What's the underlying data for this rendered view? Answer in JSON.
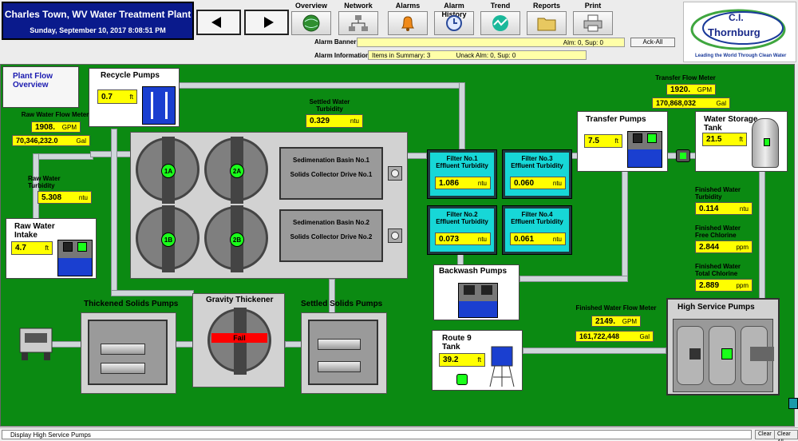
{
  "header": {
    "plant_title": "Charles Town, WV  Water Treatment Plant",
    "datetime": "Sunday, September 10, 2017 8:08:51 PM",
    "tools": [
      "Overview",
      "Network",
      "Alarms",
      "Alarm History",
      "Trend",
      "Reports",
      "Print"
    ],
    "alarm_banner_label": "Alarm Banner",
    "alarm_banner_value": "Alm: 0, Sup:  0",
    "ack_all": "Ack-All",
    "alarm_info_label": "Alarm Information",
    "alarm_info_summary": "Items in Summary:  3",
    "alarm_info_unack": "Unack Alm:  0, Sup:    0",
    "logo_line1": "C.I.",
    "logo_line2": "Thornburg",
    "logo_tagline": "Leading the World Through Clean Water"
  },
  "plant": {
    "overview_button": "Plant Flow Overview",
    "recycle_pumps": {
      "title": "Recycle Pumps",
      "value": "0.7",
      "unit": "ft"
    },
    "raw_flow": {
      "label": "Raw Water Flow Meter",
      "rate": "1908.",
      "rate_unit": "GPM",
      "total": "70,346,232.0",
      "total_unit": "Gal"
    },
    "raw_turbidity": {
      "label": "Raw Water Turbidity",
      "value": "5.308",
      "unit": "ntu"
    },
    "raw_intake": {
      "title": "Raw Water Intake",
      "value": "4.7",
      "unit": "ft"
    },
    "settled_turbidity": {
      "label": "Settled Water Turbidity",
      "value": "0.329",
      "unit": "ntu"
    },
    "clarifiers": [
      "1A",
      "2A",
      "1B",
      "2B"
    ],
    "sed1": {
      "line1": "Sedimenation Basin No.1",
      "line2": "Solids Collector Drive No.1"
    },
    "sed2": {
      "line1": "Sedimenation Basin No.2",
      "line2": "Solids Collector Drive No.2"
    },
    "filters": [
      {
        "name": "Filter No.1",
        "sub": "Effluent Turbidity",
        "value": "1.086",
        "unit": "ntu"
      },
      {
        "name": "Filter No.3",
        "sub": "Effluent Turbidity",
        "value": "0.060",
        "unit": "ntu"
      },
      {
        "name": "Filter No.2",
        "sub": "Effluent Turbidity",
        "value": "0.073",
        "unit": "ntu"
      },
      {
        "name": "Filter No.4",
        "sub": "Effluent Turbidity",
        "value": "0.061",
        "unit": "ntu"
      }
    ],
    "transfer_flow": {
      "label": "Transfer Flow Meter",
      "rate": "1920.",
      "rate_unit": "GPM",
      "total": "170,868,032",
      "total_unit": "Gal"
    },
    "transfer_pumps": {
      "title": "Transfer Pumps",
      "value": "7.5",
      "unit": "ft"
    },
    "storage_tank": {
      "title": "Water Storage Tank",
      "value": "21.5",
      "unit": "ft"
    },
    "finished_turbidity": {
      "label": "Finished Water Turbidity",
      "value": "0.114",
      "unit": "ntu"
    },
    "free_chlorine": {
      "label": "Finished Water Free Chlorine",
      "value": "2.844",
      "unit": "ppm"
    },
    "total_chlorine": {
      "label": "Finished Water Total Chlorine",
      "value": "2.889",
      "unit": "ppm"
    },
    "backwash_pumps": {
      "title": "Backwash Pumps"
    },
    "thickened_pumps": {
      "title": "Thickened Solids Pumps"
    },
    "gravity_thickener": {
      "title": "Gravity Thickener",
      "status": "Fail"
    },
    "settled_pumps": {
      "title": "Settled Solids Pumps"
    },
    "route9": {
      "title": "Route 9 Tank",
      "value": "39.2",
      "unit": "ft"
    },
    "finished_flow": {
      "label": "Finished Water Flow Meter",
      "rate": "2149.",
      "rate_unit": "GPM",
      "total": "161,722,448",
      "total_unit": "Gal"
    },
    "high_service": {
      "title": "High Service Pumps"
    }
  },
  "statusbar": {
    "text": "Display High Service Pumps",
    "clear": "Clear",
    "clear_all": "Clear All"
  },
  "colors": {
    "plant_bg": "#0b8a12",
    "title_bg": "#0a1a8c",
    "value_bg": "#ffff00",
    "filter_bg": "#17d7d7",
    "tank_water": "#1a3fd0",
    "running": "#1aff1a",
    "fail": "#ff0000"
  }
}
